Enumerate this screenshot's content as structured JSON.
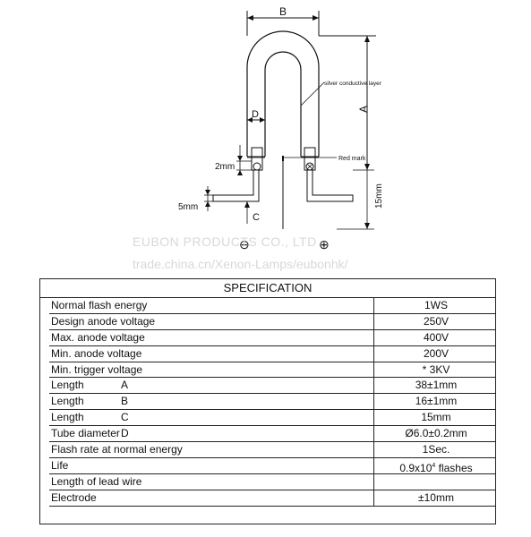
{
  "drawing": {
    "dim_b": "B",
    "dim_a": "A",
    "dim_d": "D",
    "dim_c": "C",
    "label_silver": "silver conductive layer",
    "label_red_mark": "Red  mark",
    "dim_2mm": "2mm",
    "dim_5mm": "5mm",
    "dim_15mm": "15mm",
    "symbol_minus": "⊖",
    "symbol_plus": "⊕"
  },
  "watermark": {
    "line1": "EUBON PRODUCTS CO., LTD",
    "line2": "trade.china.cn/Xenon-Lamps/eubonhk/"
  },
  "spec": {
    "title": "SPECIFICATION",
    "rows": [
      {
        "param": "Normal flash energy",
        "sub": "",
        "value": "1WS"
      },
      {
        "param": "Design anode voltage",
        "sub": "",
        "value": "250V"
      },
      {
        "param": "Max. anode voltage",
        "sub": "",
        "value": "400V"
      },
      {
        "param": "Min. anode voltage",
        "sub": "",
        "value": "200V"
      },
      {
        "param": "Min. trigger voltage",
        "sub": "",
        "value": "* 3KV"
      },
      {
        "param": "Length",
        "sub": "A",
        "value": "38±1mm"
      },
      {
        "param": "Length",
        "sub": "B",
        "value": "16±1mm"
      },
      {
        "param": "Length",
        "sub": "C",
        "value": "15mm"
      },
      {
        "param": "Tube diameter",
        "sub": "D",
        "value": "Ø6.0±0.2mm"
      },
      {
        "param": "Flash rate at normal energy",
        "sub": "",
        "value": "1Sec."
      },
      {
        "param": "Life",
        "sub": "",
        "value": "0.9x10",
        "value_sup": "4",
        "value_suffix": "flashes"
      },
      {
        "param": "Length of lead wire",
        "sub": "",
        "value": ""
      },
      {
        "param": "Electrode",
        "sub": "",
        "value": "±10mm"
      },
      {
        "param": "",
        "sub": "",
        "value": ""
      }
    ]
  }
}
